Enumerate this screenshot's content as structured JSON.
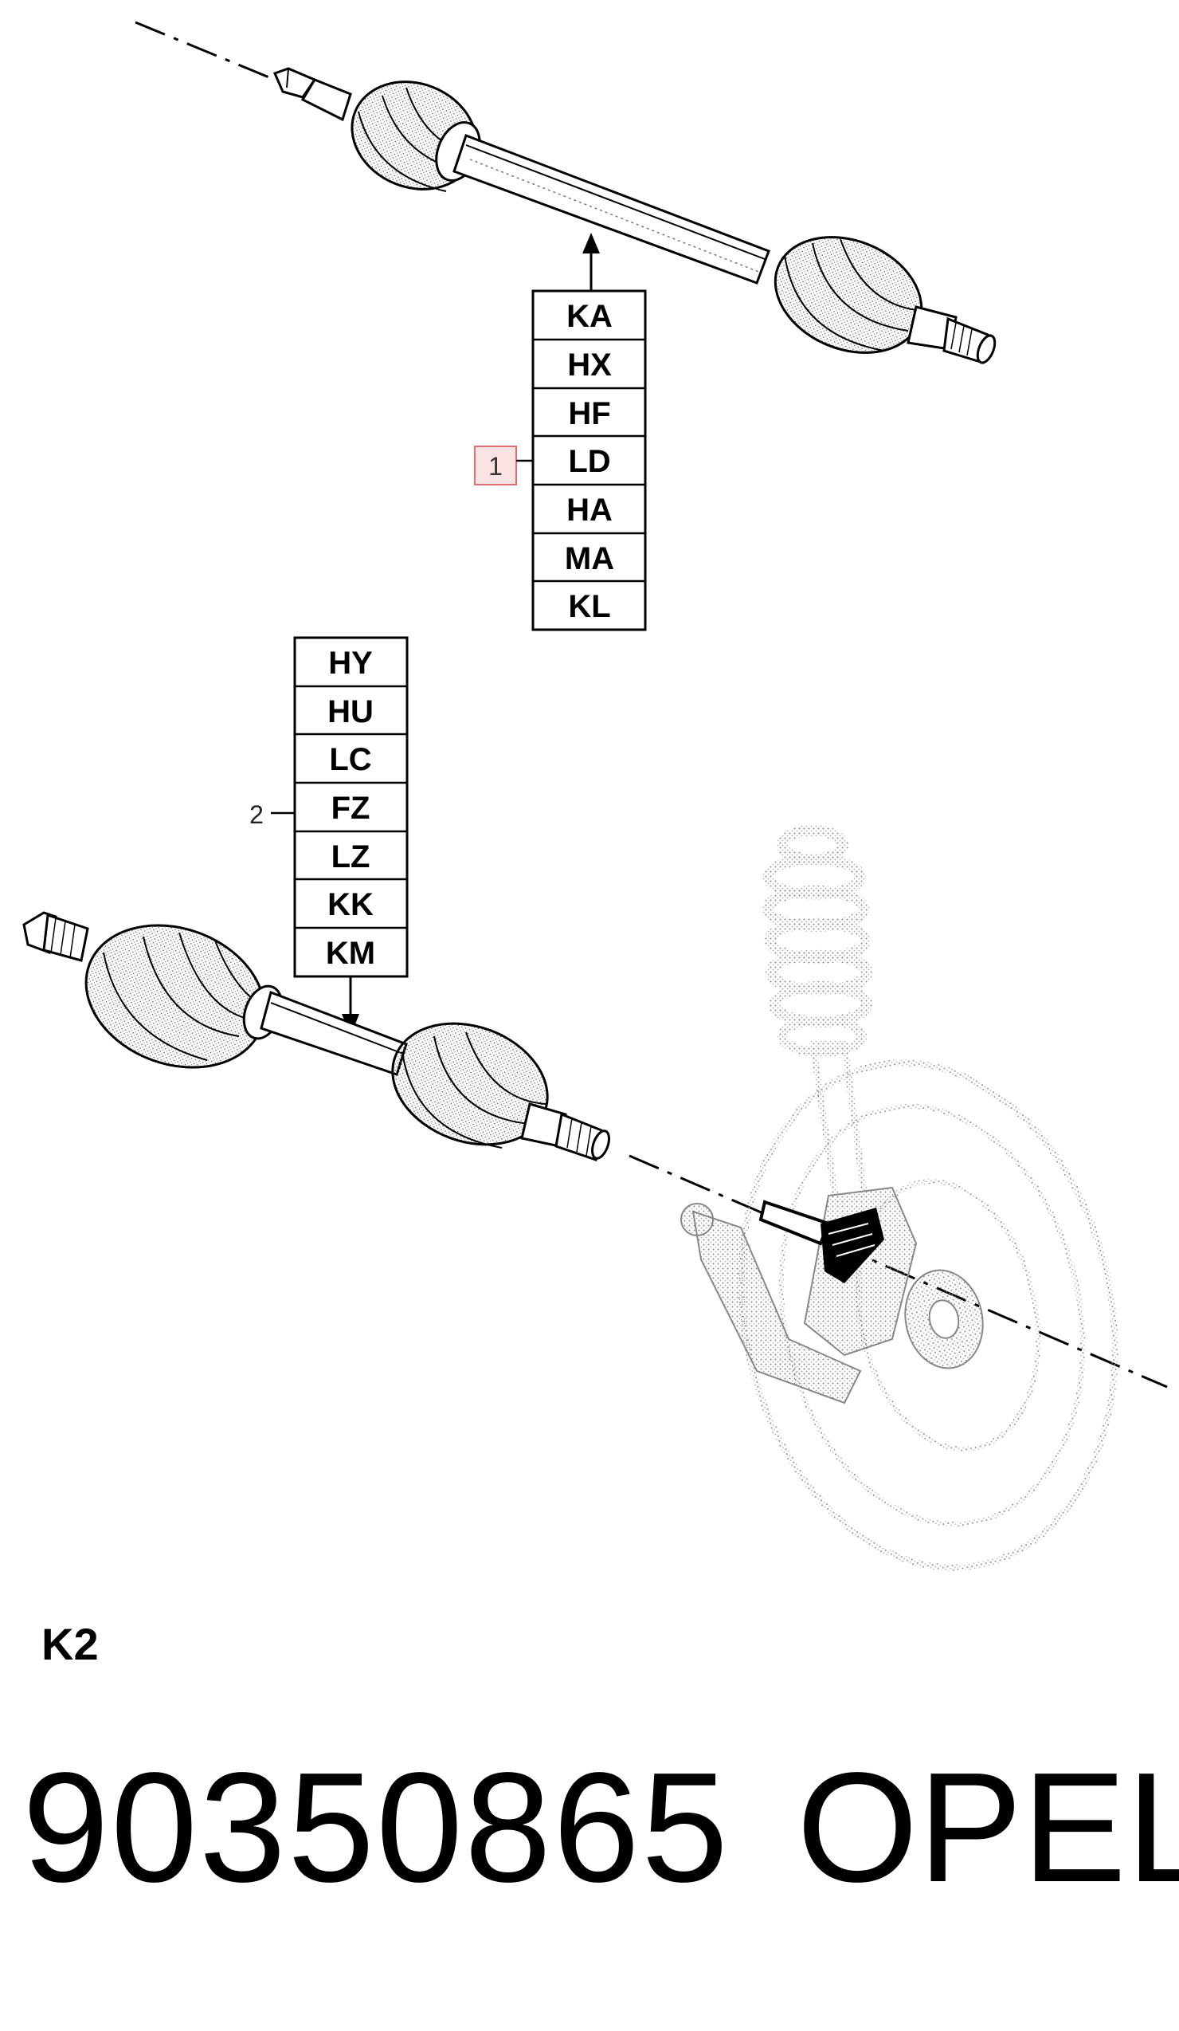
{
  "callouts": [
    {
      "number": "1",
      "codes": [
        "KA",
        "HX",
        "HF",
        "LD",
        "HA",
        "MA",
        "KL"
      ],
      "highlighted": true
    },
    {
      "number": "2",
      "codes": [
        "HY",
        "HU",
        "LC",
        "FZ",
        "LZ",
        "KK",
        "KM"
      ],
      "highlighted": false
    }
  ],
  "section_label": "K2",
  "part_number": "90350865",
  "brand": "OPEL",
  "colors": {
    "line": "#000000",
    "stipple": "#9a9a9a",
    "highlight_border": "#e07070",
    "highlight_fill": "#fbe3e3"
  }
}
